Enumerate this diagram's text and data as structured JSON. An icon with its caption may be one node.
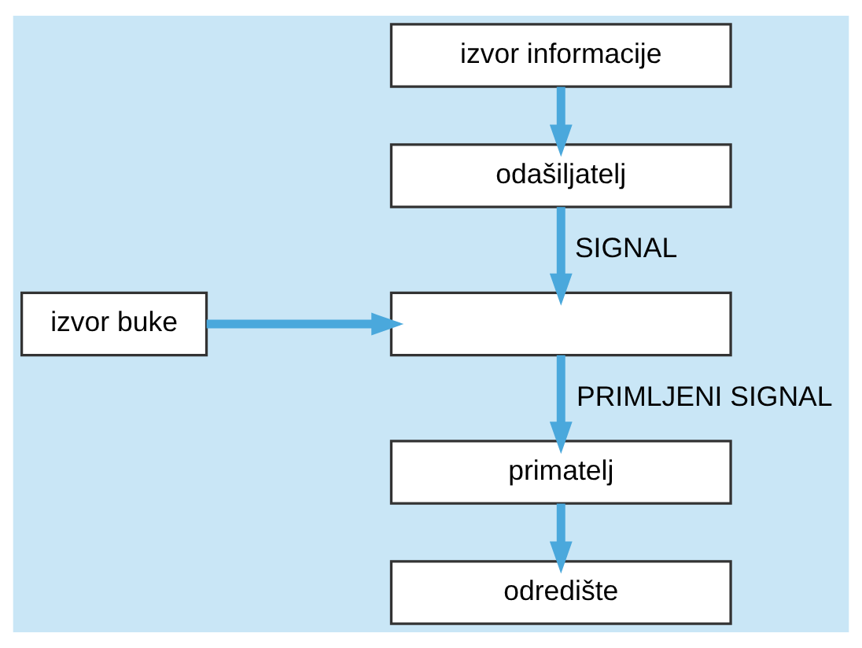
{
  "diagram": {
    "nodes": [
      {
        "text": [
          "izvor informacije"
        ]
      },
      {
        "text": [
          "odašiljatelj"
        ]
      },
      {
        "text": [
          "izvor buke"
        ]
      },
      {
        "text": [],
        "shape": "box"
      },
      {
        "text": [
          "primatelj"
        ]
      },
      {
        "text": [
          "odredište"
        ]
      }
    ],
    "edges": [
      {
        "from": 0,
        "to": 1,
        "arrow": "to"
      },
      {
        "from": 1,
        "to": 3,
        "arrow": "to",
        "label": "SIGNAL"
      },
      {
        "from": 2,
        "to": 3,
        "arrow": "to"
      },
      {
        "from": 3,
        "to": 4,
        "arrow": "to",
        "label": "PRIMLJENI SIGNAL"
      },
      {
        "from": 4,
        "to": 5,
        "arrow": "to"
      }
    ]
  }
}
